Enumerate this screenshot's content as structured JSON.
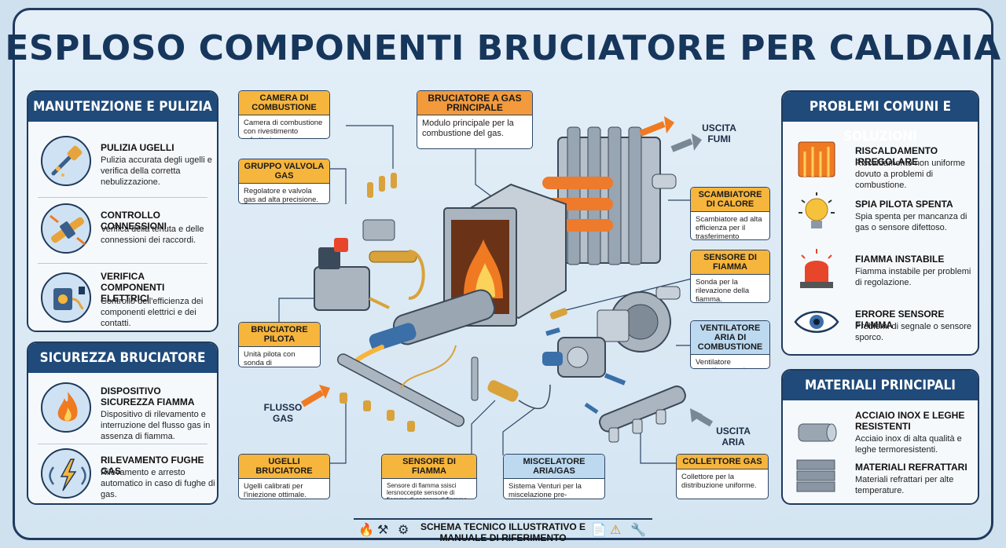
{
  "title": "ESPLOSO COMPONENTI BRUCIATORE PER CALDAIA",
  "left_top": {
    "heading": "MANUTENZIONE E PULIZIA",
    "items": [
      {
        "title": "PULIZIA UGELLI",
        "desc": "Pulizia accurata degli ugelli e verifica della corretta nebulizzazione.",
        "icon": "nozzle-cleaning-icon"
      },
      {
        "title": "CONTROLLO CONNESSIONI",
        "desc": "Verifica della tenuta e delle connessioni dei raccordi.",
        "icon": "pipe-connection-icon"
      },
      {
        "title": "VERIFICA COMPONENTI ELETTRICI",
        "desc": "Controllo dell'efficienza dei componenti elettrici e dei contatti.",
        "icon": "electrical-plug-icon"
      }
    ]
  },
  "left_bottom": {
    "heading": "SICUREZZA BRUCIATORE",
    "items": [
      {
        "title": "DISPOSITIVO SICUREZZA FIAMMA",
        "desc": "Dispositivo di rilevamento e interruzione del flusso gas in assenza di fiamma.",
        "icon": "flame-icon"
      },
      {
        "title": "RILEVAMENTO FUGHE GAS",
        "desc": "Rilevamento e arresto automatico in caso di fughe di gas.",
        "icon": "gas-leak-icon"
      }
    ]
  },
  "right_top": {
    "heading": "PROBLEMI COMUNI E SOLUZIONI",
    "items": [
      {
        "title": "RISCALDAMENTO IRREGOLARE",
        "desc": "Riscaldamento non uniforme dovuto a problemi di combustione.",
        "icon": "heating-flames-icon"
      },
      {
        "title": "SPIA PILOTA SPENTA",
        "desc": "Spia spenta per mancanza di gas o sensore difettoso.",
        "icon": "lightbulb-icon"
      },
      {
        "title": "FIAMMA INSTABILE",
        "desc": "Fiamma instabile per problemi di regolazione.",
        "icon": "warning-beacon-icon"
      },
      {
        "title": "ERRORE SENSORE FIAMMA",
        "desc": "Problemi di segnale o sensore sporco.",
        "icon": "eye-icon"
      }
    ]
  },
  "right_bottom": {
    "heading": "MATERIALI PRINCIPALI",
    "items": [
      {
        "title": "ACCIAIO INOX E LEGHE RESISTENTI",
        "desc": "Acciaio inox di alta qualità e leghe termoresistenti.",
        "icon": "steel-pipe-icon"
      },
      {
        "title": "MATERIALI REFRATTARI",
        "desc": "Materiali refrattari per alte temperature.",
        "icon": "refractory-bricks-icon"
      }
    ]
  },
  "callouts": {
    "camera": {
      "title": "CAMERA DI COMBUSTIONE",
      "desc": "Camera di combustione con rivestimento refrattario."
    },
    "valvola": {
      "title": "GRUPPO VALVOLA GAS",
      "desc": "Regolatore e valvola gas ad alta precisione."
    },
    "principale": {
      "title": "BRUCIATORE A GAS PRINCIPALE",
      "desc": "Modulo principale per la combustione del gas."
    },
    "scambiatore": {
      "title": "SCAMBIATORE DI CALORE",
      "desc": "Scambiatore ad alta efficienza per il trasferimento termico."
    },
    "sensore_r": {
      "title": "SENSORE DI FIAMMA",
      "desc": "Sonda per la rilevazione della fiamma."
    },
    "ventilatore": {
      "title": "VENTILATORE ARIA DI COMBUSTIONE",
      "desc": "Ventilatore centrifugo per la mandata d'aria."
    },
    "pilota": {
      "title": "BRUCIATORE PILOTA",
      "desc": "Unità pilota con sonda di ionizzazione."
    },
    "ugelli": {
      "title": "UGELLI BRUCIATORE",
      "desc": "Ugelli calibrati per l'iniezione ottimale."
    },
    "sensore_b": {
      "title": "SENSORE DI FIAMMA",
      "desc": "Sensore di fiamma ssisci lersnoccepte sensone di fiamma di sensore di fiamma."
    },
    "miscelatore": {
      "title": "MISCELATORE ARIA/GAS",
      "desc": "Sistema Venturi per la miscelazione pre-combustione."
    },
    "collettore": {
      "title": "COLLETTORE GAS",
      "desc": "Collettore per la distribuzione uniforme."
    }
  },
  "labels": {
    "uscita_fumi": "USCITA FUMI",
    "flusso_gas": "FLUSSO GAS",
    "uscita_aria": "USCITA ARIA"
  },
  "footer": {
    "text": "SCHEMA TECNICO ILLUSTRATIVO E MANUALE DI RIFERIMENTO",
    "icons_left": [
      "flame-icon",
      "tools-icon",
      "gear-icon"
    ],
    "icons_right": [
      "document-icon",
      "warning-icon",
      "wrench-icon"
    ]
  },
  "colors": {
    "accent": "#f6b53c",
    "navy": "#1f4a7a",
    "flame": "#f07a22",
    "steel": "#9aa6b2"
  }
}
